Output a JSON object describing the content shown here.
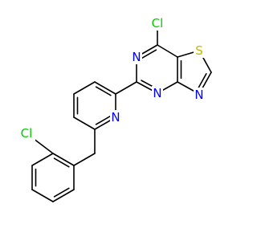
{
  "molecule": {
    "colors": {
      "bond": "#000000",
      "N": "#0000ff",
      "Cl": "#00cc00",
      "S": "#c8b400"
    },
    "atoms": {
      "cl_top": "Cl",
      "n_pyrimidine_left": "N",
      "s_thiazole": "S",
      "n_pyrimidine_bottom": "N",
      "n_thiazole": "N",
      "n_pyridine": "N",
      "cl_phenyl": "Cl"
    }
  }
}
